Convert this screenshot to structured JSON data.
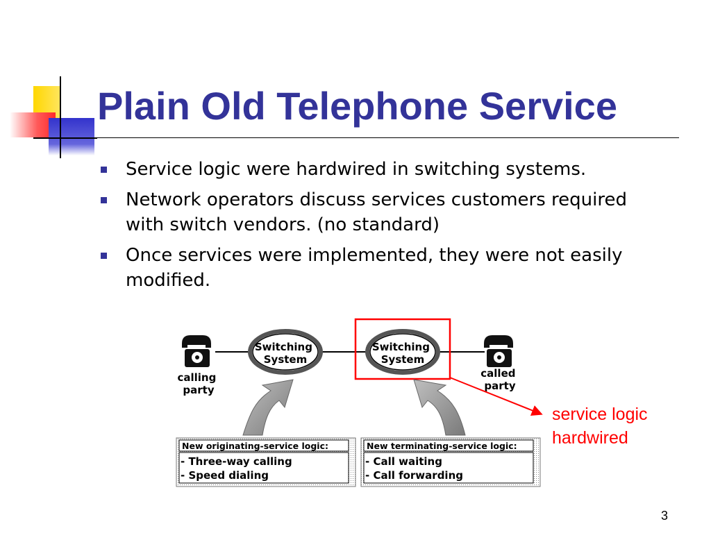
{
  "slide": {
    "title": "Plain Old Telephone Service",
    "bullets": [
      "Service logic were hardwired in switching systems.",
      "Network operators discuss services customers required with switch vendors. (no standard)",
      "Once services were implemented, they were not easily modified."
    ],
    "page_number": "3"
  },
  "diagram": {
    "switch_left": [
      "Switching",
      "System"
    ],
    "switch_right": [
      "Switching",
      "System"
    ],
    "calling_party": [
      "calling",
      "party"
    ],
    "called_party": [
      "called",
      "party"
    ],
    "originating_box": {
      "header": "New originating-service logic:",
      "items": [
        "- Three-way calling",
        "- Speed dialing"
      ]
    },
    "terminating_box": {
      "header": "New terminating-service logic:",
      "items": [
        "- Call waiting",
        "- Call forwarding"
      ]
    },
    "callout": [
      "service logic",
      "hardwired"
    ]
  },
  "colors": {
    "title": "#333399",
    "bullet": "#333399",
    "callout": "#ff0000",
    "deco_yellow": "#ffd700",
    "deco_blue": "#3333cc",
    "deco_red": "#ff3333"
  }
}
